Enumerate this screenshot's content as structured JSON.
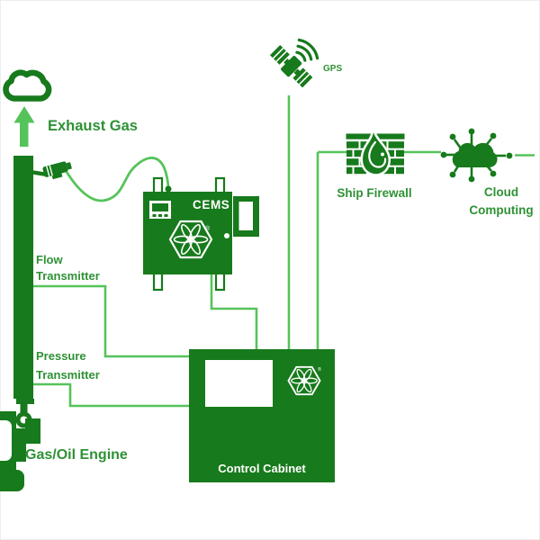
{
  "title": "Ship Emission Monitoring System Diagram",
  "colors": {
    "dark_green": "#177a1c",
    "light_green": "#56c35a",
    "label_green": "#2e9135",
    "background": "#ffffff"
  },
  "labels": {
    "exhaust_gas": "Exhaust Gas",
    "gps": "GPS",
    "cems": "CEMS",
    "ship_firewall": "Ship Firewall",
    "cloud_computing": "Cloud Computing",
    "flow_transmitter": "Flow Transmitter",
    "pressure_transmitter": "Pressure Transmitter",
    "gas_oil_engine": "Gas/Oil Engine",
    "control_cabinet": "Control Cabinet",
    "registered_mark": "®"
  },
  "connections": [
    {
      "from": "Exhaust Stack",
      "to": "Atmosphere",
      "carries": "Exhaust Gas"
    },
    {
      "from": "Sampling Probe",
      "to": "CEMS",
      "style": "flex cable"
    },
    {
      "from": "CEMS",
      "to": "Control Cabinet"
    },
    {
      "from": "GPS",
      "to": "Control Cabinet"
    },
    {
      "from": "Ship Firewall",
      "to": "Control Cabinet"
    },
    {
      "from": "Ship Firewall",
      "to": "Cloud Computing"
    },
    {
      "from": "Flow Transmitter",
      "to": "Control Cabinet"
    },
    {
      "from": "Pressure Transmitter",
      "to": "Control Cabinet"
    }
  ]
}
